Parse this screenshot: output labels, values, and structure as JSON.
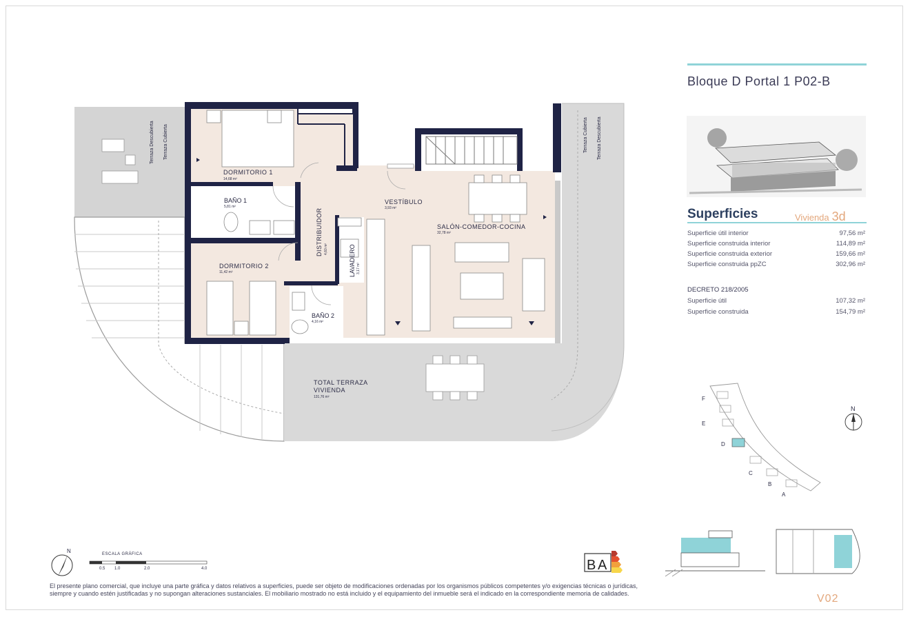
{
  "header": {
    "title": "Bloque D Portal 1 P02-B"
  },
  "superficies": {
    "heading": "Superficies",
    "vivienda_label": "Vivienda",
    "vivienda_id": "3d",
    "rows": [
      {
        "label": "Superficie útil interior",
        "value": "97,56 m²"
      },
      {
        "label": "Superficie construida interior",
        "value": "114,89 m²"
      },
      {
        "label": "Superficie construida exterior",
        "value": "159,66 m²"
      },
      {
        "label": "Superficie construida ppZC",
        "value": "302,96 m²"
      }
    ],
    "decreto_heading": "DECRETO 218/2005",
    "decreto_rows": [
      {
        "label": "Superficie útil",
        "value": "107,32 m²"
      },
      {
        "label": "Superficie construida",
        "value": "154,79 m²"
      }
    ]
  },
  "plan": {
    "terrace_labels": {
      "left_a": "Terraza Descubierta",
      "left_b": "Terraza Cubierta",
      "right_a": "Terraza Cubierta",
      "right_b": "Terraza Descubierta"
    },
    "rooms": {
      "dormitorio1": {
        "name": "DORMITORIO 1",
        "area": "14,68 m²"
      },
      "bano1": {
        "name": "BAÑO 1",
        "area": "5,81 m²"
      },
      "vestibulo": {
        "name": "VESTÍBULO",
        "area": "3,93 m²"
      },
      "salon": {
        "name": "SALÓN-COMEDOR-COCINA",
        "area": "32,78 m²"
      },
      "distribuidor": {
        "name": "DISTRIBUIDOR",
        "area": "4,60 m²"
      },
      "lavadero": {
        "name": "LAVADERO",
        "area": "3,17 m²"
      },
      "dormitorio2": {
        "name": "DORMITORIO 2",
        "area": "11,42 m²"
      },
      "bano2": {
        "name": "BAÑO 2",
        "area": "4,16 m²"
      },
      "terraza_line1": "TOTAL TERRAZA",
      "terraza_line2": "VIVIENDA",
      "terraza_area": "131,76 m²"
    }
  },
  "scale": {
    "title": "ESCALA GRÁFICA",
    "ticks": [
      "0.5",
      "1.0",
      "2.0",
      "4.0"
    ]
  },
  "north_label": "N",
  "key_plan": {
    "blocks": [
      "F",
      "E",
      "D",
      "C",
      "B",
      "A"
    ]
  },
  "energy": {
    "left": "B",
    "right": "A"
  },
  "disclaimer": "El presente plano comercial, que incluye una parte gráfica y datos relativos a superficies, puede ser objeto de modificaciones ordenadas por los organismos públicos competentes y/o exigencias técnicas o jurídicas, siempre y cuando estén justificadas y no supongan alteraciones sustanciales. El mobiliario mostrado no está incluido y el equipamiento del inmueble será el indicado en la correspondiente memoria de calidades.",
  "sheet_id": "V02",
  "colors": {
    "wall": "#1f2345",
    "floor": "#f3e8e0",
    "accent": "#8fd3d8",
    "orange": "#e3a77c"
  }
}
